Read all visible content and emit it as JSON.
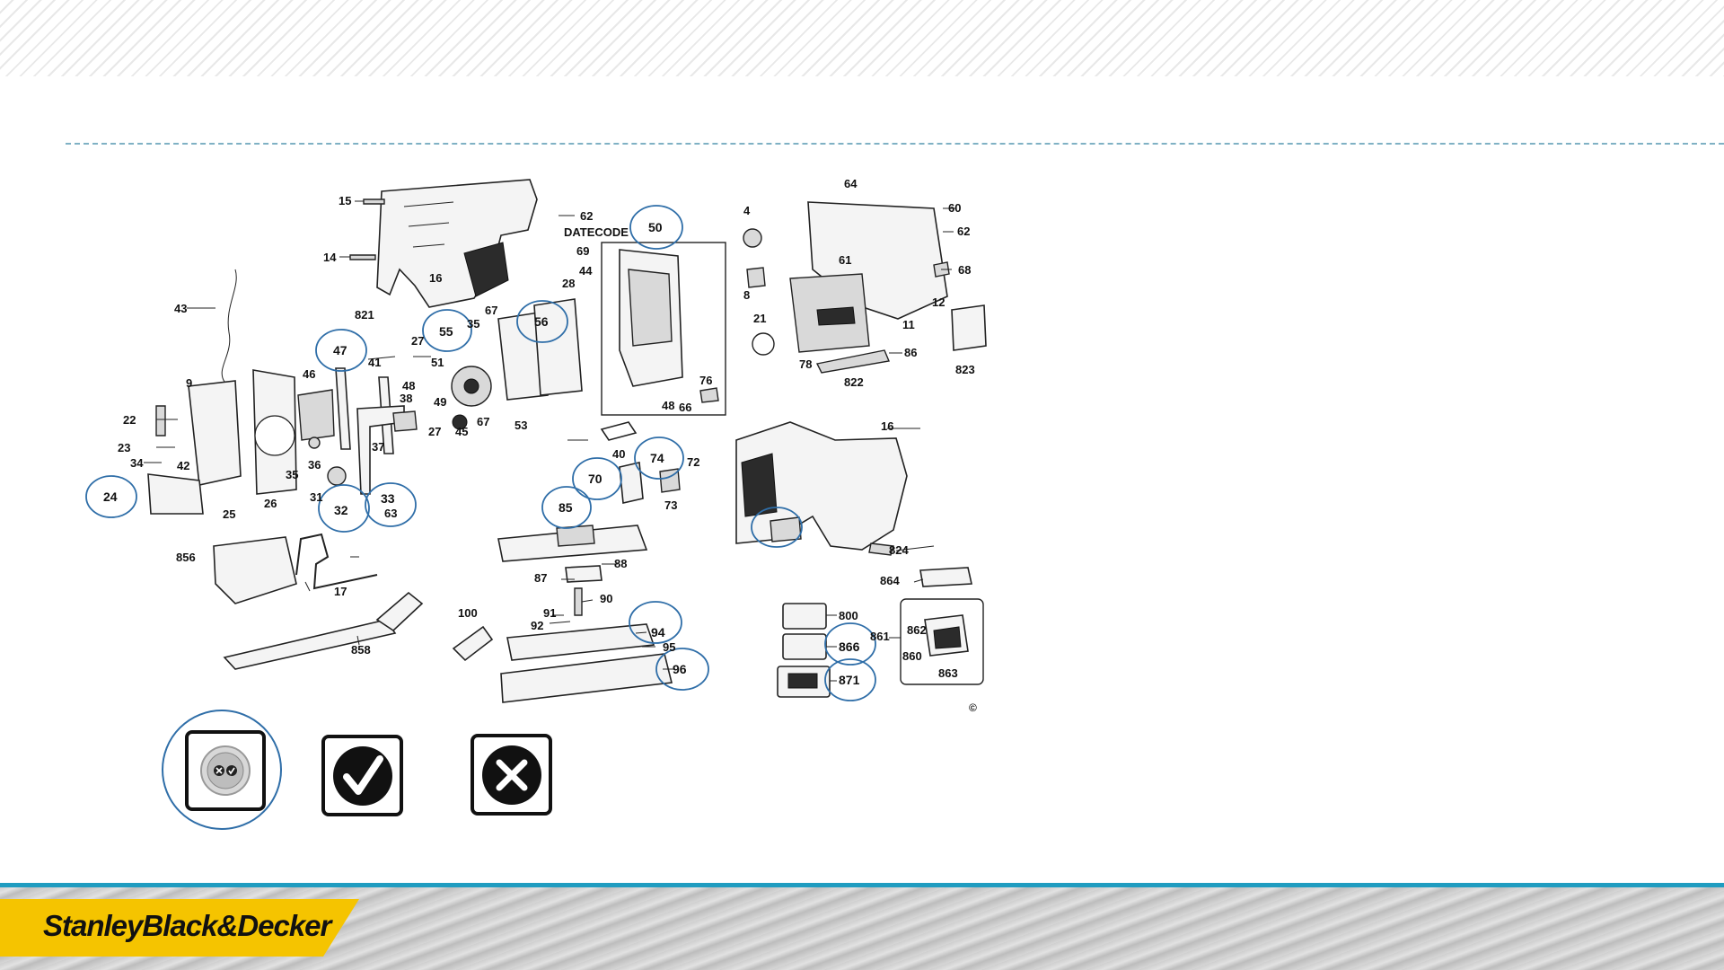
{
  "brand": {
    "name": "StanleyBlack&Decker",
    "accent": "#1f9cc0",
    "logo_bg": "#f5c400"
  },
  "diagram": {
    "datecode_label": "DATECODE",
    "copyright_mark": "©",
    "parts": [
      "15",
      "14",
      "16",
      "62",
      "69",
      "44",
      "28",
      "50",
      "4",
      "64",
      "60",
      "62",
      "68",
      "61",
      "12",
      "11",
      "21",
      "8",
      "823",
      "86",
      "78",
      "822",
      "43",
      "821",
      "27",
      "35",
      "55",
      "67",
      "56",
      "47",
      "41",
      "51",
      "48",
      "49",
      "46",
      "9",
      "22",
      "23",
      "34",
      "42",
      "24",
      "25",
      "26",
      "38",
      "37",
      "36",
      "35",
      "31",
      "32",
      "33",
      "63",
      "45",
      "27",
      "67",
      "53",
      "76",
      "48",
      "66",
      "40",
      "74",
      "72",
      "70",
      "73",
      "16",
      "85",
      "824",
      "856",
      "17",
      "88",
      "87",
      "90",
      "91",
      "92",
      "94",
      "95",
      "96",
      "100",
      "858",
      "864",
      "800",
      "866",
      "861",
      "862",
      "860",
      "863",
      "871"
    ],
    "highlighted_parts": [
      "50",
      "56",
      "55",
      "47",
      "24",
      "32",
      "33",
      "70",
      "74",
      "85",
      "94",
      "96",
      "866",
      "871"
    ]
  },
  "actions": {
    "filter_icon": "screw-check-x-icon",
    "confirm_icon": "checkmark-icon",
    "reject_icon": "x-icon"
  }
}
